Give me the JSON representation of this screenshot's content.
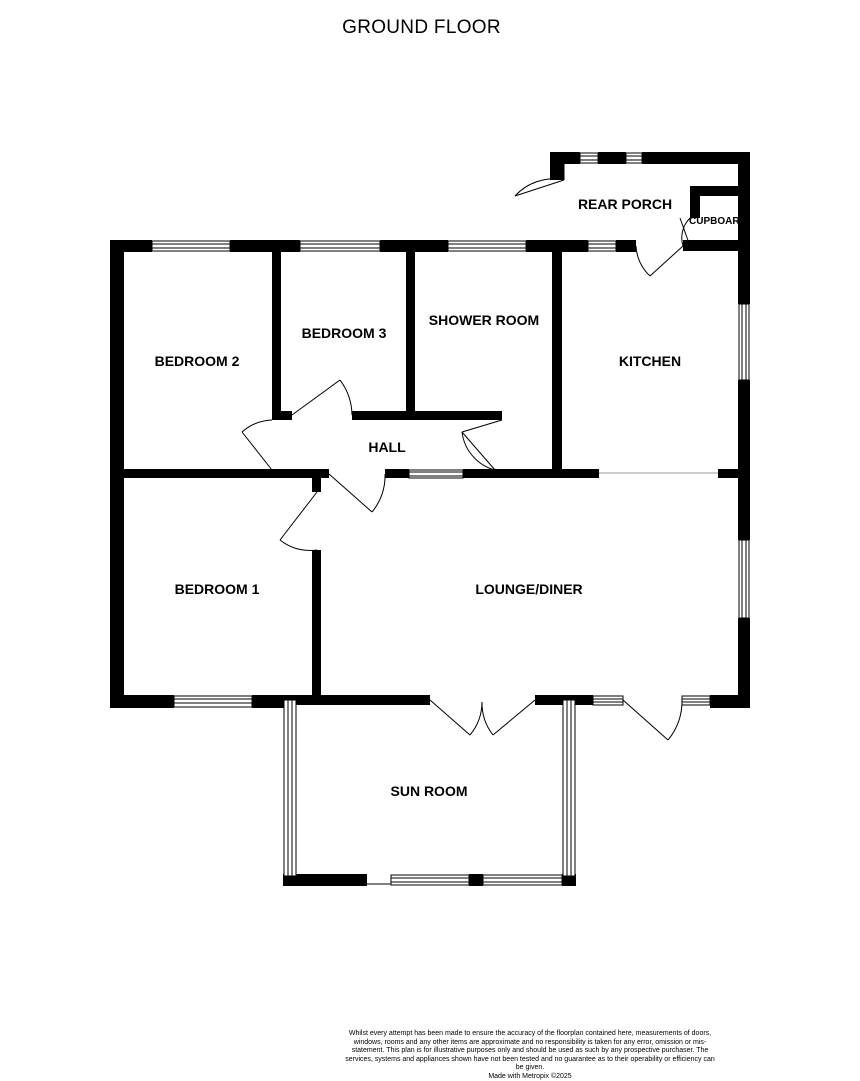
{
  "title": "GROUND FLOOR",
  "rooms": {
    "rear_porch": "REAR PORCH",
    "cupboard": "CUPBOARD",
    "bedroom_2": "BEDROOM 2",
    "bedroom_3": "BEDROOM 3",
    "shower_room": "SHOWER ROOM",
    "kitchen": "KITCHEN",
    "hall": "HALL",
    "bedroom_1": "BEDROOM 1",
    "lounge_diner": "LOUNGE/DINER",
    "sun_room": "SUN ROOM"
  },
  "disclaimer": {
    "text": "Whilst every attempt has been made to ensure the accuracy of the floorplan contained here, measurements of doors, windows, rooms and any other items are approximate and no responsibility is taken for any error, omission or mis-statement. This plan is for illustrative purposes only and should be used as such by any prospective purchaser. The services, systems and appliances shown have not been tested and no guarantee as to their operability or efficiency can be given.",
    "credit": "Made with Metropix ©2025"
  }
}
